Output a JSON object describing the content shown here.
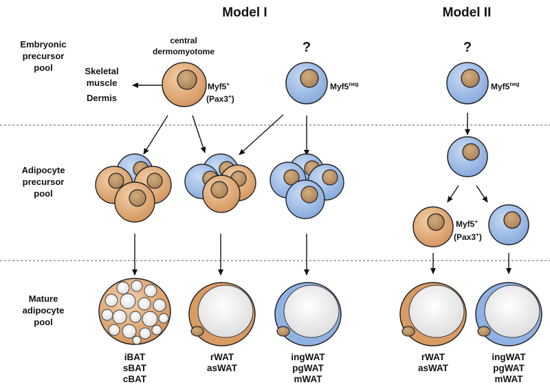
{
  "colors": {
    "orange": "#d99b64",
    "blue": "#8fb2e3",
    "nucleus": "#b38a5f",
    "outline": "#222222",
    "lipid": "#eeeeee"
  },
  "headers": {
    "model1": "Model I",
    "model2": "Model II"
  },
  "rows": {
    "embryonic": [
      "Embryonic",
      "precursor",
      "pool"
    ],
    "precursor": [
      "Adipocyte",
      "precursor",
      "pool"
    ],
    "mature": [
      "Mature",
      "adipocyte",
      "pool"
    ]
  },
  "model1": {
    "dermomyotome": [
      "central",
      "dermomyotome"
    ],
    "skeletal": [
      "Skeletal",
      "muscle"
    ],
    "dermis": "Dermis",
    "myf5pos": "Myf5",
    "myf5pos_sup": "+",
    "pax3": "(Pax3",
    "pax3_sup": "+",
    "pax3_close": ")",
    "question": "?",
    "myf5neg": "Myf5",
    "myf5neg_sup": "neg",
    "col1_fates": [
      "iBAT",
      "sBAT",
      "cBAT"
    ],
    "col2_fates": [
      "rWAT",
      "asWAT"
    ],
    "col3_fates": [
      "ingWAT",
      "pgWAT",
      "mWAT"
    ]
  },
  "model2": {
    "question": "?",
    "myf5neg": "Myf5",
    "myf5neg_sup": "neg",
    "myf5pos": "Myf5",
    "myf5pos_sup": "+",
    "pax3": "(Pax3",
    "pax3_sup": "+",
    "pax3_close": ")",
    "left_fates": [
      "rWAT",
      "asWAT"
    ],
    "right_fates": [
      "ingWAT",
      "pgWAT",
      "mWAT"
    ]
  }
}
